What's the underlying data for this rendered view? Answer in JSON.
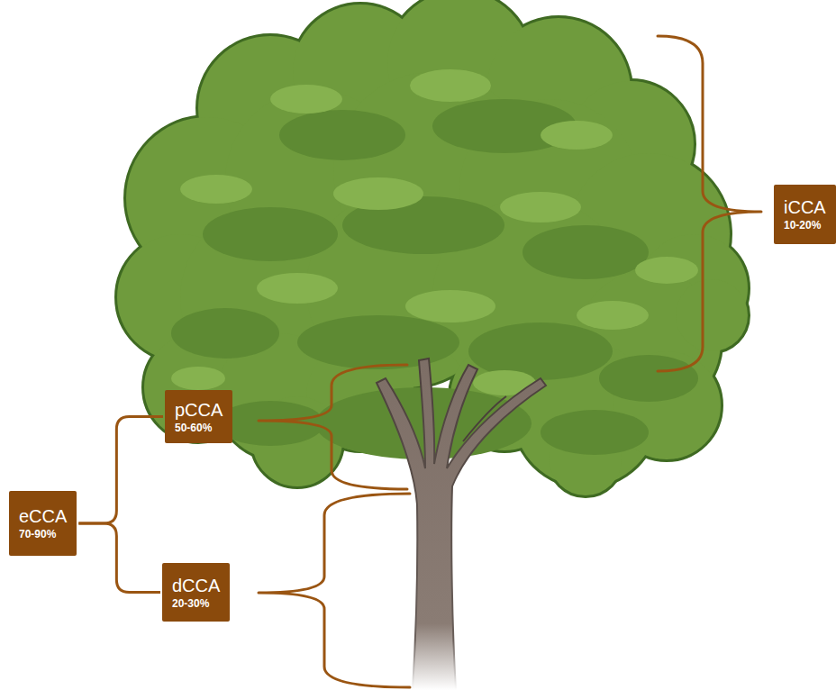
{
  "diagram": {
    "nodes": [
      {
        "text": [
          "iCCA",
          "10-20%"
        ]
      },
      {
        "text": [
          "pCCA",
          "50-60%"
        ]
      },
      {
        "text": [
          "eCCA",
          "70-90%"
        ]
      },
      {
        "text": [
          "dCCA",
          "20-30%"
        ]
      }
    ],
    "edges": [
      {
        "from": 2,
        "to": 1,
        "arrow": "none"
      },
      {
        "from": 2,
        "to": 3,
        "arrow": "none"
      }
    ]
  }
}
